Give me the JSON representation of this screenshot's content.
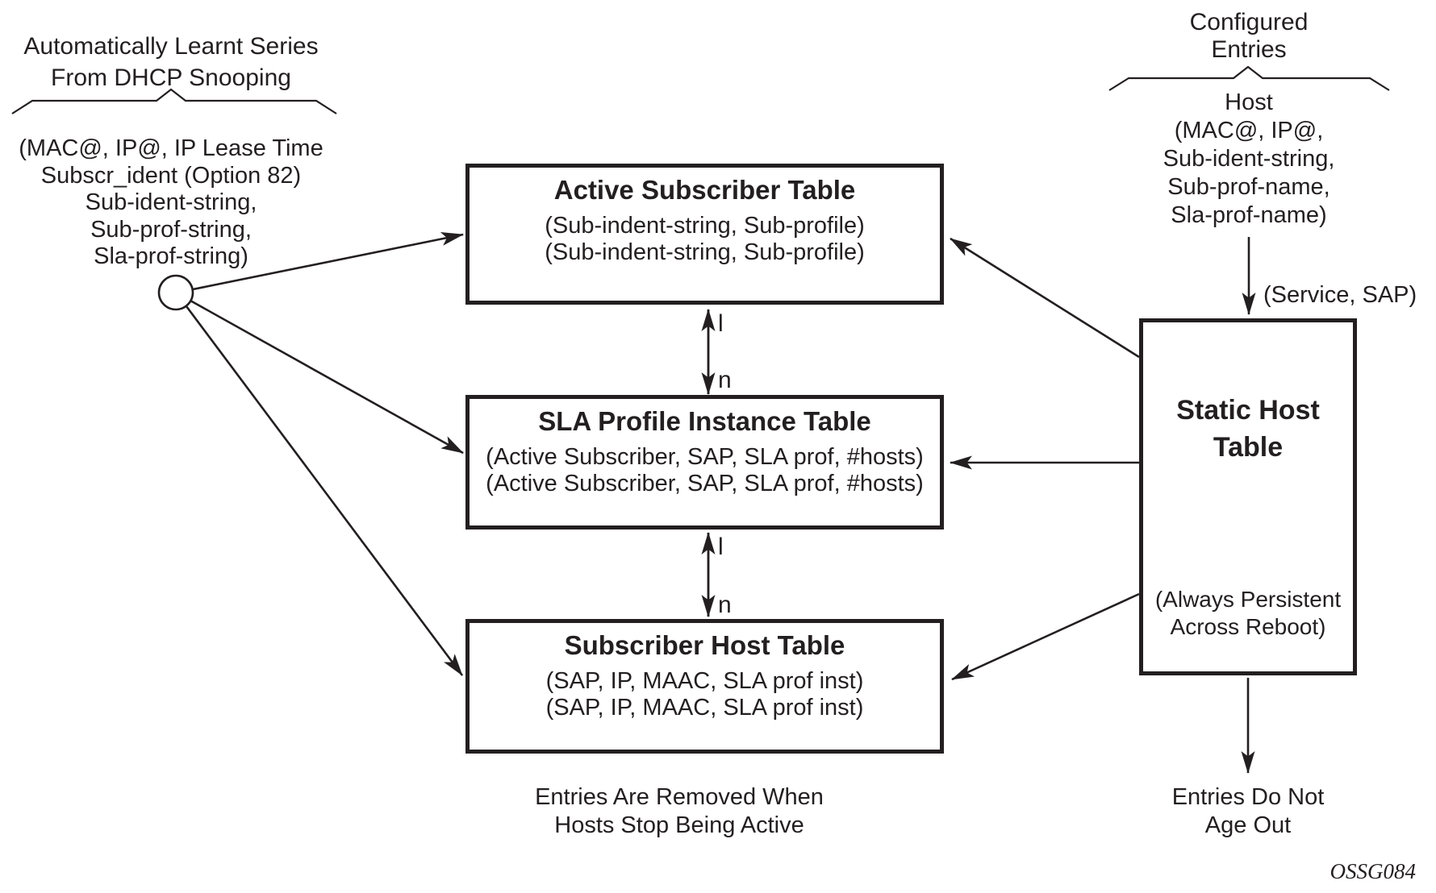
{
  "left_column": {
    "heading": [
      "Automatically Learnt Series",
      "From DHCP Snooping"
    ],
    "params": [
      "(MAC@, IP@, IP Lease Time",
      "Subscr_ident (Option 82)",
      "Sub-ident-string,",
      "Sub-prof-string,",
      "Sla-prof-string)"
    ]
  },
  "tables": {
    "active": {
      "title": "Active Subscriber Table",
      "rows": [
        "(Sub-indent-string, Sub-profile)",
        "(Sub-indent-string, Sub-profile)"
      ]
    },
    "sla": {
      "title": "SLA Profile Instance Table",
      "rows": [
        "(Active Subscriber, SAP, SLA prof, #hosts)",
        "(Active Subscriber, SAP, SLA prof, #hosts)"
      ]
    },
    "subscriber_host": {
      "title": "Subscriber Host Table",
      "rows": [
        "(SAP, IP, MAAC, SLA prof inst)",
        "(SAP, IP, MAAC, SLA prof inst)"
      ]
    },
    "static_host": {
      "title_lines": [
        "Static Host",
        "Table"
      ],
      "note_lines": [
        "(Always Persistent",
        "Across Reboot)"
      ]
    }
  },
  "relations": {
    "active_sla": {
      "top": "l",
      "bottom": "n"
    },
    "sla_subhost": {
      "top": "l",
      "bottom": "n"
    }
  },
  "right_column": {
    "heading": [
      "Configured",
      "Entries"
    ],
    "host": [
      "Host",
      "(MAC@, IP@,",
      "Sub-ident-string,",
      "Sub-prof-name,",
      "Sla-prof-name)"
    ],
    "service_sap": "(Service, SAP)"
  },
  "notes": {
    "removed": [
      "Entries Are Removed When",
      "Hosts Stop Being Active"
    ],
    "no_age": [
      "Entries Do Not",
      "Age Out"
    ],
    "watermark": "OSSG084"
  },
  "colors": {
    "ink": "#231f20",
    "background": "#ffffff"
  }
}
